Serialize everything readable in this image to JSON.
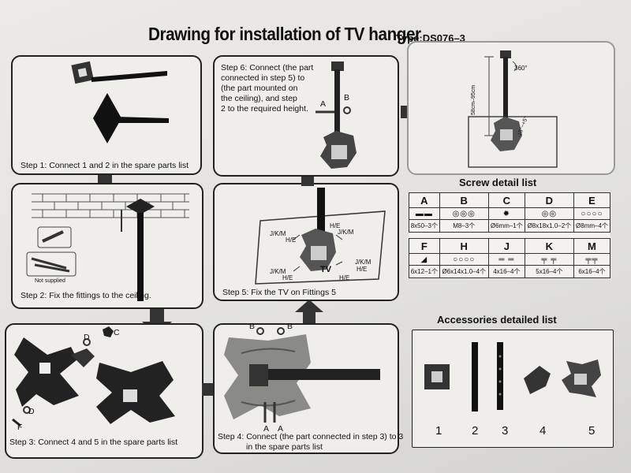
{
  "header": {
    "title": "Drawing for installation of TV hanger",
    "type": "Type:DS076–3"
  },
  "steps": {
    "s1": "Step 1: Connect 1 and 2 in the spare parts list",
    "s2": "Step 2: Fix the fittings to the ceiling.",
    "s2_note": "Not supplied",
    "s3": "Step 3: Connect 4 and 5 in the spare parts list",
    "s4_l1": "Step 4: Connect (the part connected in step 3) to 3",
    "s4_l2": "in the spare parts list",
    "s5": "Step 5: Fix the TV on Fittings 5",
    "s6_l1": "Step 6: Connect (the part",
    "s6_l2": "connected in step 5) to",
    "s6_l3": "(the part mounted on",
    "s6_l4": "the ceiling), and step",
    "s6_l5": "2 to the required height."
  },
  "labels": {
    "A": "A",
    "B": "B",
    "C": "C",
    "D": "D",
    "F": "F",
    "JKM": "J/K/M",
    "HE": "H/E",
    "TV": "TV",
    "rot": "360°",
    "height": "58cm–95cm",
    "tilt": "-15°~+5°"
  },
  "screw": {
    "title": "Screw detail list",
    "row1": [
      {
        "letter": "A",
        "icon": "▬▬",
        "spec": "8x50–3个"
      },
      {
        "letter": "B",
        "icon": "◎◎◎",
        "spec": "M8–3个"
      },
      {
        "letter": "C",
        "icon": "✹",
        "spec": "Ø6mm–1个"
      },
      {
        "letter": "D",
        "icon": "◎◎",
        "spec": "Ø8x18x1.0–2个"
      },
      {
        "letter": "E",
        "icon": "○○○○",
        "spec": "Ø8mm–4个"
      }
    ],
    "row2": [
      {
        "letter": "F",
        "icon": "◢",
        "spec": "6x12–1个"
      },
      {
        "letter": "H",
        "icon": "○○○○",
        "spec": "Ø6x14x1.0–4个"
      },
      {
        "letter": "J",
        "icon": "═ ═",
        "spec": "4x16–4个"
      },
      {
        "letter": "K",
        "icon": "╤ ╤",
        "spec": "5x16–4个"
      },
      {
        "letter": "M",
        "icon": "╤╤",
        "spec": "6x16–4个"
      }
    ]
  },
  "accessories": {
    "title": "Accessories detailed list",
    "items": [
      "1",
      "2",
      "3",
      "4",
      "5"
    ]
  }
}
